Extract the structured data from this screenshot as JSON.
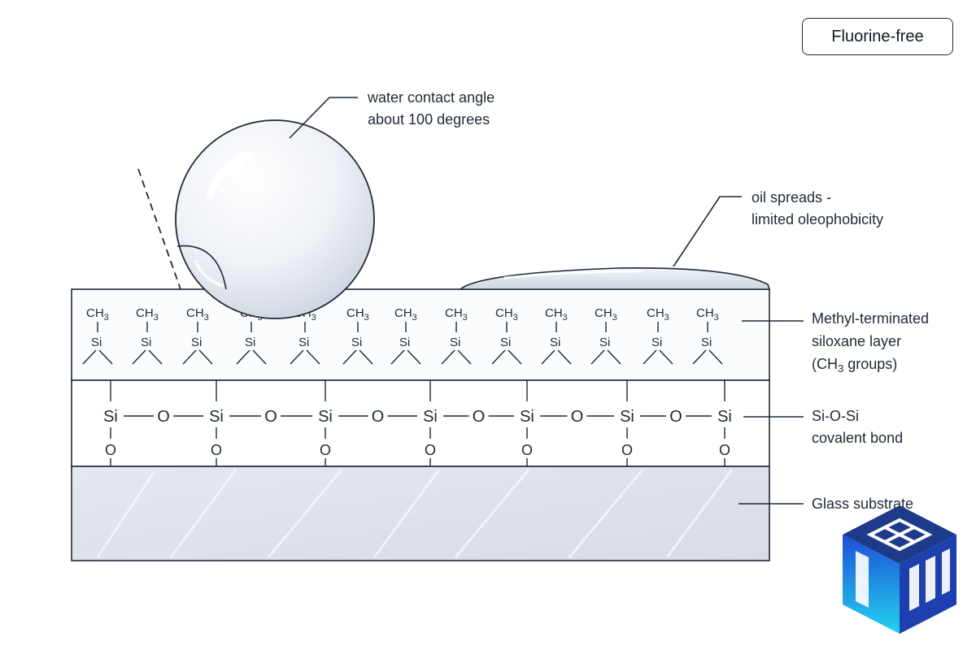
{
  "badge": "Fluorine-free",
  "water_label": [
    "water contact angle",
    "about 100 degrees"
  ],
  "oil_label": [
    "oil spreads -",
    "limited oleophobicity"
  ],
  "methyl_label": [
    "Methyl-terminated",
    "siloxane layer",
    "(CH",
    "3",
    " groups)"
  ],
  "bond_label": [
    "Si-O-Si",
    "covalent bond"
  ],
  "glass_label": "Glass substrate",
  "methyl_group": {
    "c": "CH",
    "sub": "3",
    "si": "Si"
  },
  "network": {
    "si": "Si",
    "o": "O"
  },
  "logo": {
    "name": "cube-grid-logo",
    "color_top": "#1e3a8a",
    "color_side": "#22d3ee"
  }
}
